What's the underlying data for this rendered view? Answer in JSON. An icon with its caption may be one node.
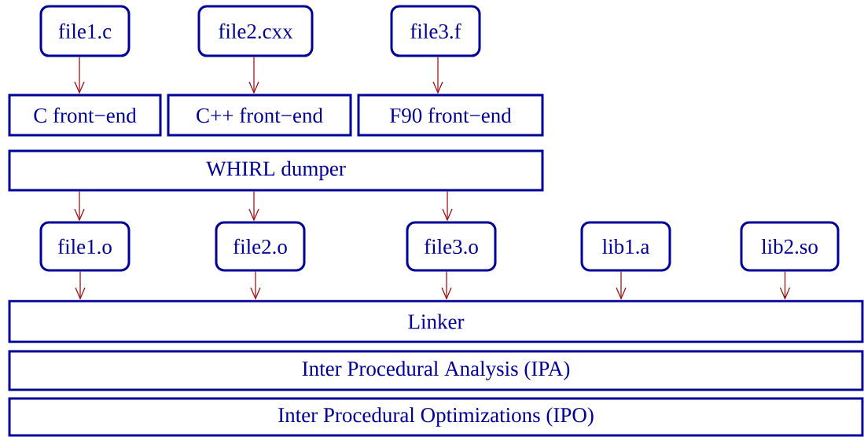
{
  "diagram": {
    "nodes": [
      {
        "text": [
          "file1.c"
        ]
      },
      {
        "text": [
          "file2.cxx"
        ]
      },
      {
        "text": [
          "file3.f"
        ]
      },
      {
        "text": [
          "C front−end"
        ]
      },
      {
        "text": [
          "C++ front−end"
        ]
      },
      {
        "text": [
          "F90 front−end"
        ]
      },
      {
        "text": [
          "WHIRL dumper"
        ]
      },
      {
        "text": [
          "file1.o"
        ]
      },
      {
        "text": [
          "file2.o"
        ]
      },
      {
        "text": [
          "file3.o"
        ]
      },
      {
        "text": [
          "lib1.a"
        ]
      },
      {
        "text": [
          "lib2.so"
        ]
      },
      {
        "text": [
          "Linker"
        ]
      },
      {
        "text": [
          "Inter Procedural Analysis (IPA)"
        ]
      },
      {
        "text": [
          "Inter Procedural Optimizations (IPO)"
        ]
      }
    ],
    "edges": [
      {
        "from": 0,
        "to": 3,
        "arrow": "to"
      },
      {
        "from": 1,
        "to": 4,
        "arrow": "to"
      },
      {
        "from": 2,
        "to": 5,
        "arrow": "to"
      },
      {
        "from": 6,
        "to": 7,
        "arrow": "to"
      },
      {
        "from": 6,
        "to": 8,
        "arrow": "to"
      },
      {
        "from": 6,
        "to": 9,
        "arrow": "to"
      },
      {
        "from": 7,
        "to": 12,
        "arrow": "to"
      },
      {
        "from": 8,
        "to": 12,
        "arrow": "to"
      },
      {
        "from": 9,
        "to": 12,
        "arrow": "to"
      },
      {
        "from": 10,
        "to": 12,
        "arrow": "to"
      },
      {
        "from": 11,
        "to": 12,
        "arrow": "to"
      }
    ]
  }
}
